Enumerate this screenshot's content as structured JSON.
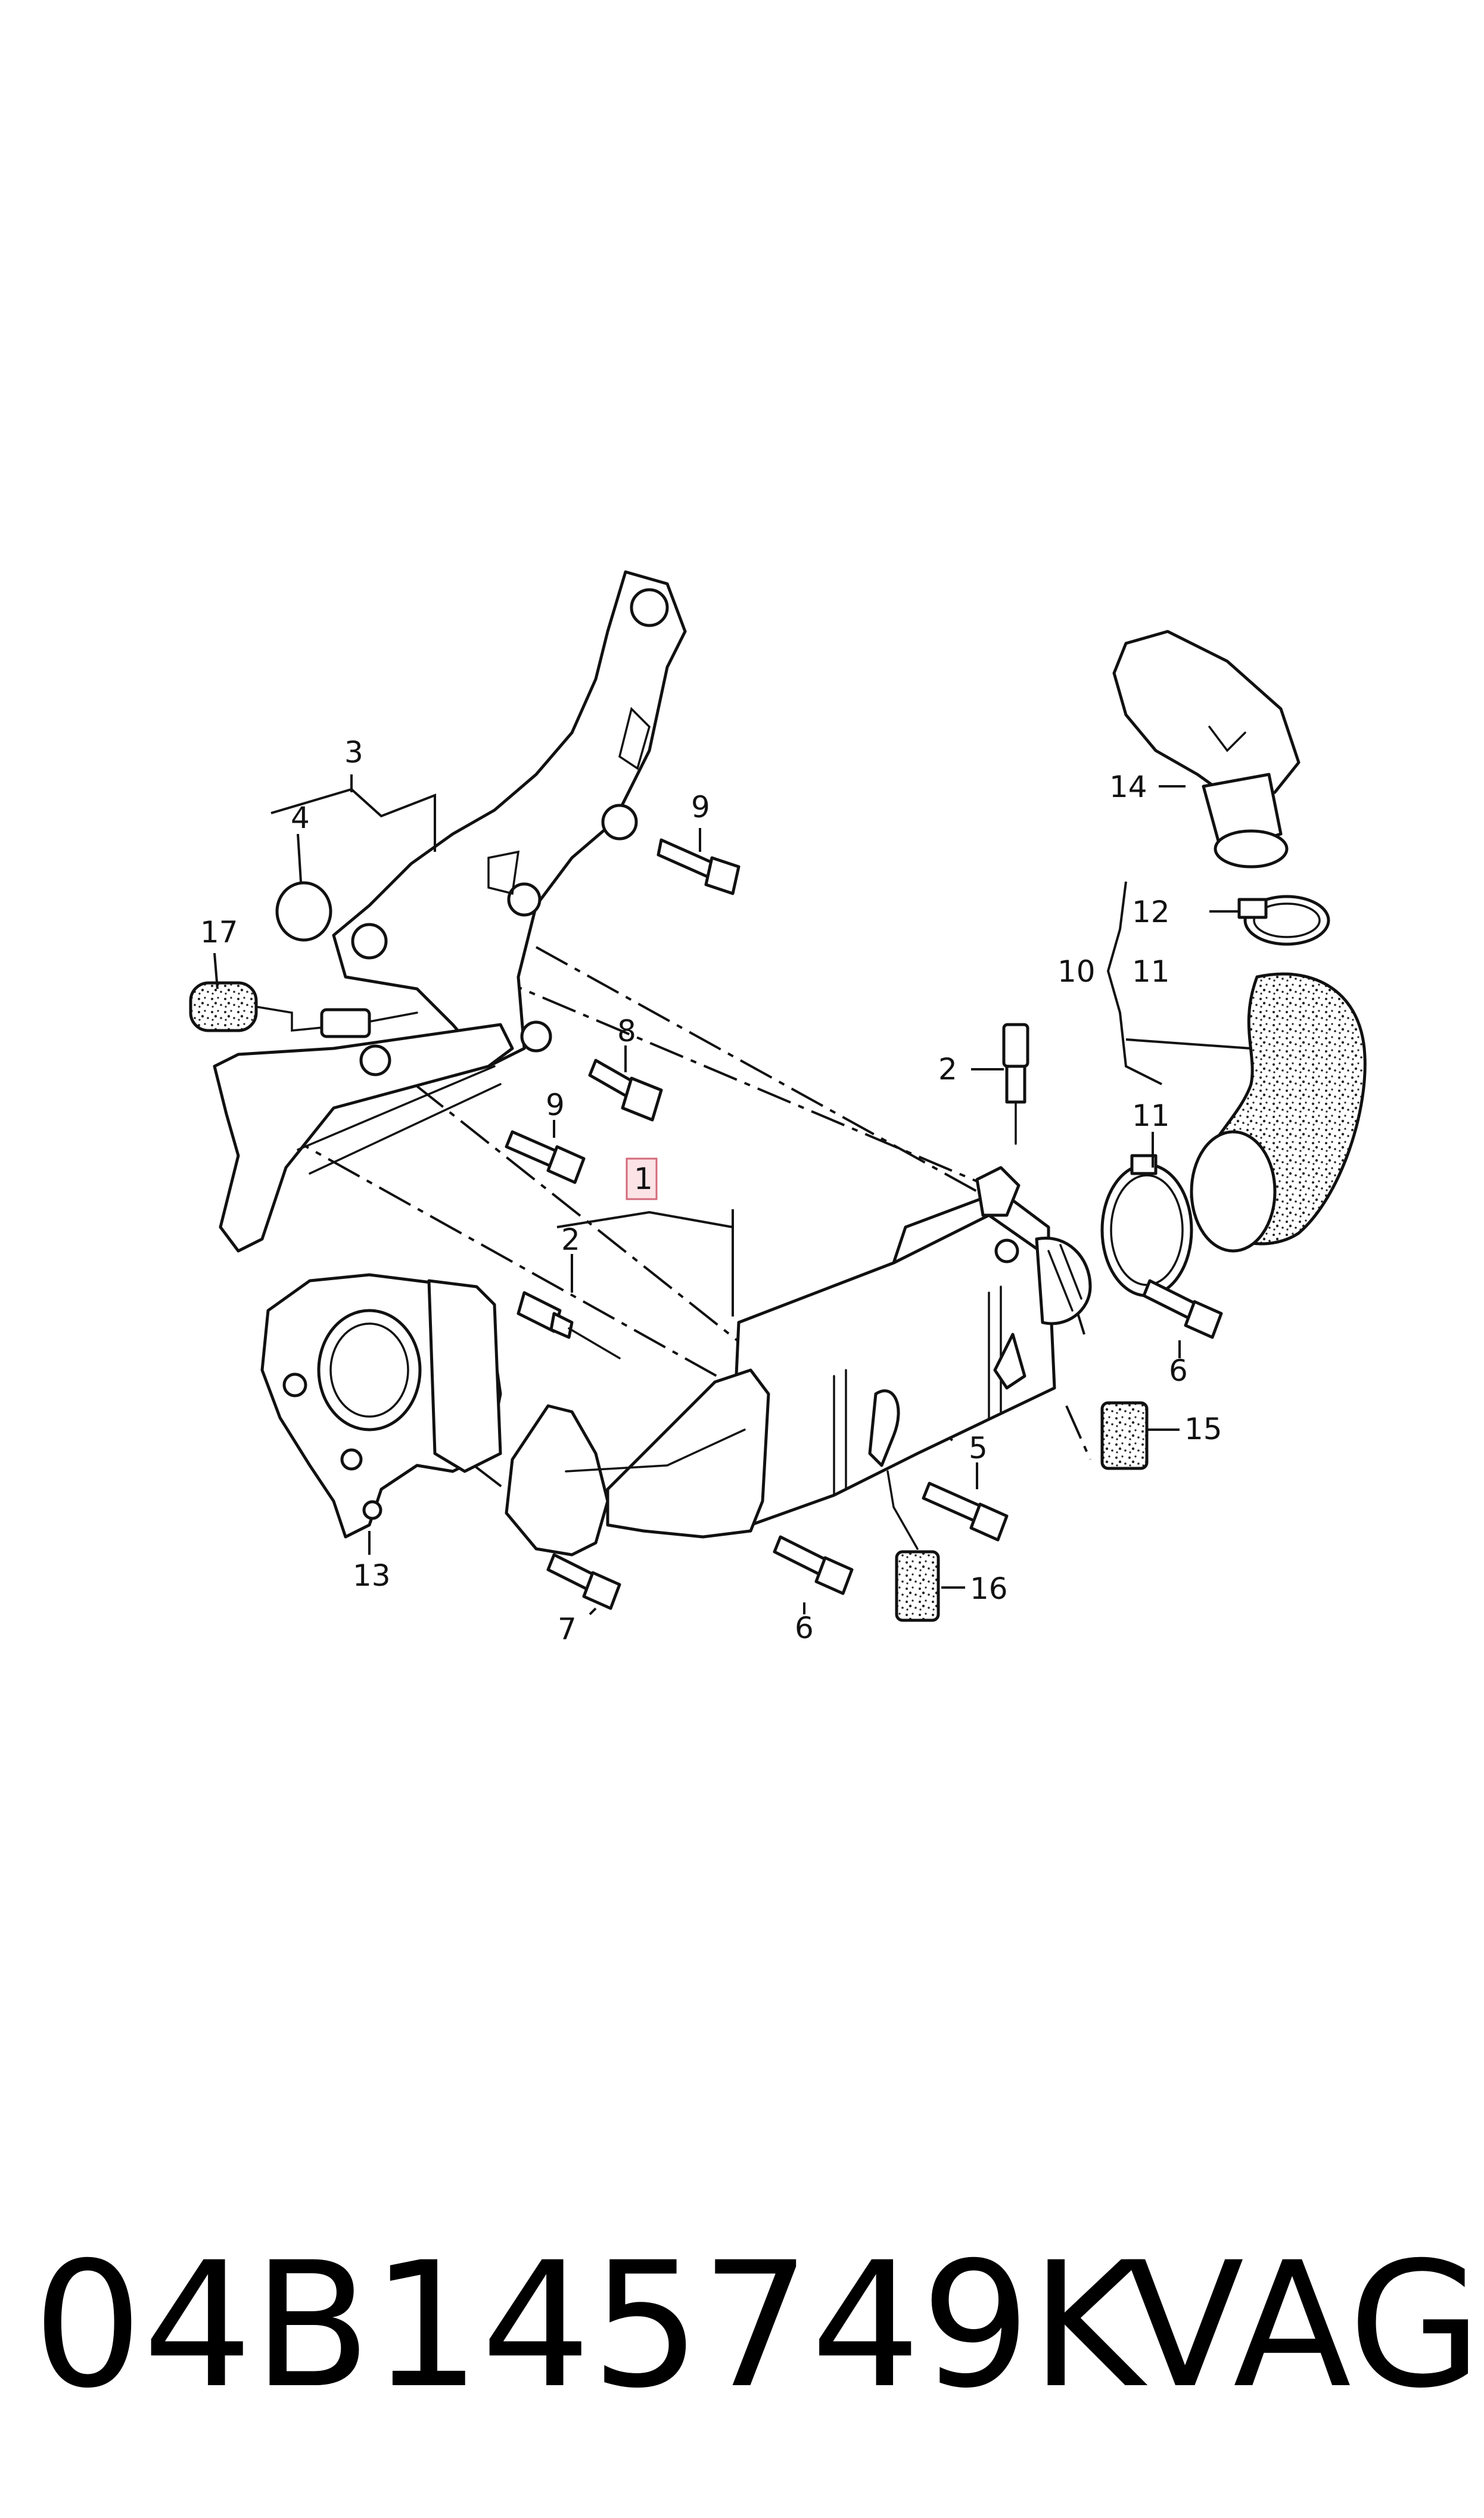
{
  "callouts": {
    "c1": "1",
    "c2a": "2",
    "c2b": "2",
    "c3": "3",
    "c4": "4",
    "c5": "5",
    "c6a": "6",
    "c6b": "6",
    "c7": "7",
    "c8": "8",
    "c9a": "9",
    "c9b": "9",
    "c10": "10",
    "c11a": "11",
    "c11b": "11",
    "c12": "12",
    "c13": "13",
    "c14": "14",
    "c15": "15",
    "c16": "16",
    "c17": "17"
  },
  "footer": {
    "part_number": "04B145749K",
    "brand": "VAG"
  },
  "highlight_color": "#e8a0a8",
  "line_color": "#111111"
}
